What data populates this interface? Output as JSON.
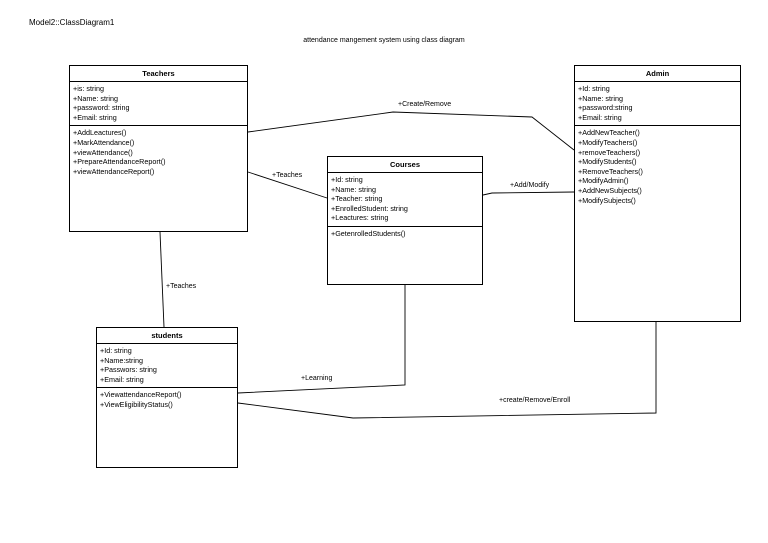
{
  "model_title": "Model2::ClassDiagram1",
  "diagram_title": "attendance mangement system using class diagram",
  "classes": {
    "teachers": {
      "name": "Teachers",
      "attributes": [
        "+is: string",
        "+Name: string",
        "+password: string",
        "+Email: string"
      ],
      "operations": [
        "+AddLeactures()",
        "+MarkAttendance()",
        "+viewAttendance()",
        "+PrepareAttendanceReport()",
        "+viewAttendanceReport()"
      ]
    },
    "admin": {
      "name": "Admin",
      "attributes": [
        "+Id: string",
        "+Name: string",
        "+password:string",
        "+Email: string"
      ],
      "operations": [
        "+AddNewTeacher()",
        "+ModifyTeachers()",
        "+removeTeachers()",
        "+ModifyStudents()",
        "+RemoveTeachers()",
        "+ModifyAdmin()",
        "+AddNewSubjects()",
        "+ModifySubjects()"
      ]
    },
    "courses": {
      "name": "Courses",
      "attributes": [
        "+Id: string",
        "+Name: string",
        "+Teacher: string",
        "+EnrolledStudent: string",
        "+Leactures: string"
      ],
      "operations": [
        "+GetenrolledStudents()"
      ]
    },
    "students": {
      "name": "students",
      "attributes": [
        "+Id: string",
        "+Name:string",
        "+Passwors: string",
        "+Email: string"
      ],
      "operations": [
        "+ViewattendanceReport()",
        "+ViewEligibilityStatus()"
      ]
    }
  },
  "associations": {
    "create_remove": "+Create/Remove",
    "teaches_courses": "+Teaches",
    "add_modify": "+Add/Modify",
    "teaches_students": "+Teaches",
    "learning": "+Learning",
    "create_remove_enroll": "+create/Remove/Enroll"
  }
}
